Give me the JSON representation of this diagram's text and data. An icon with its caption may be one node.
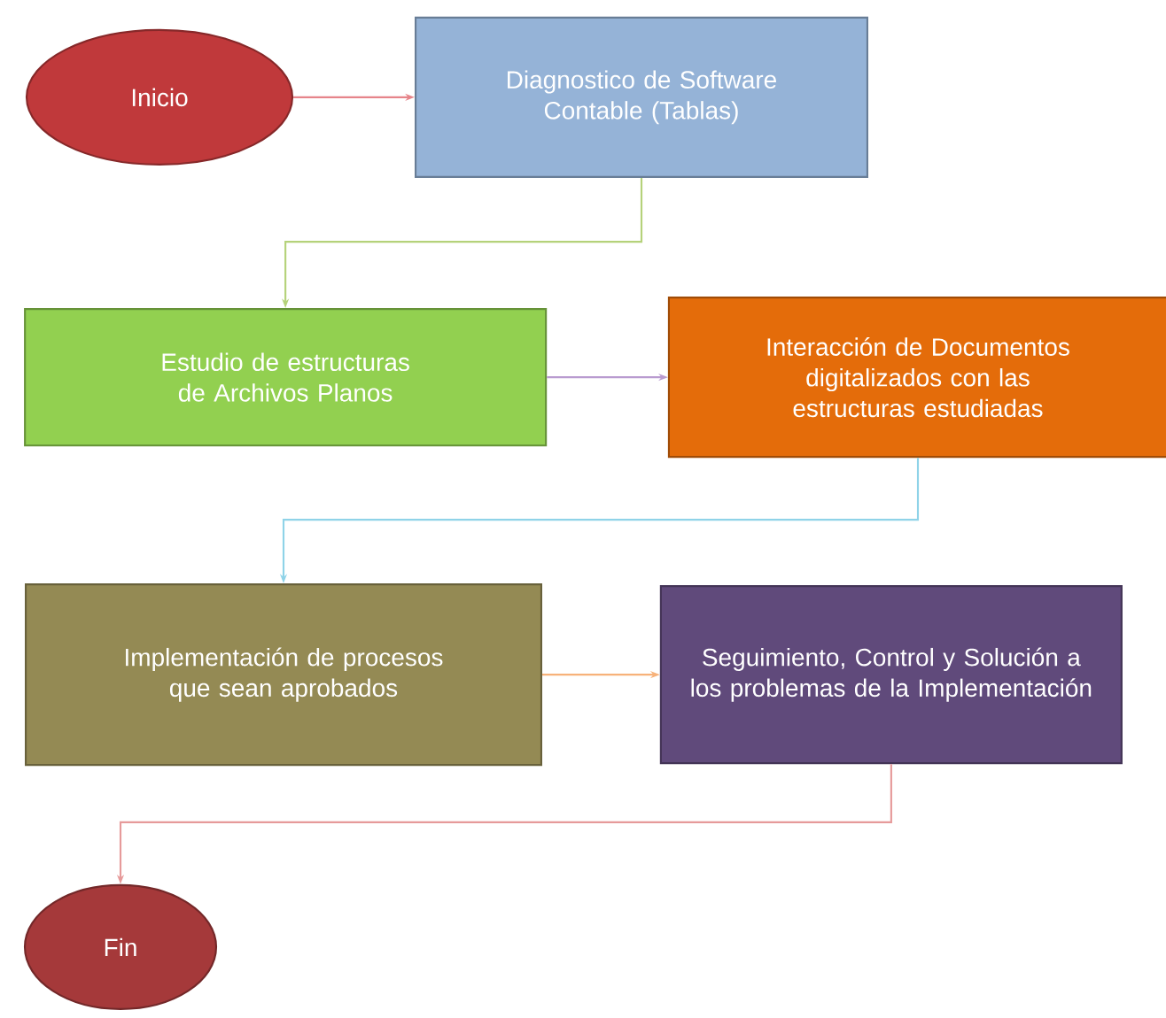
{
  "diagram": {
    "nodes": [
      {
        "text": [
          "Inicio"
        ]
      },
      {
        "text": [
          "Diagnostico de Software Contable (Tablas)"
        ]
      },
      {
        "text": [
          "Estudio de estructuras de Archivos Planos"
        ]
      },
      {
        "text": [
          "Interacción de Documentos digitalizados con las estructuras estudiadas"
        ]
      },
      {
        "text": [
          "Implementación de  procesos que sean aprobados"
        ]
      },
      {
        "text": [
          "Seguimiento, Control y Solución a los problemas de la Implementación"
        ]
      },
      {
        "text": [
          "Fin"
        ]
      }
    ],
    "edges": [
      {
        "from": 0,
        "to": 1,
        "arrow": "to",
        "color": "#e6848a"
      },
      {
        "from": 1,
        "to": 2,
        "arrow": "to",
        "color": "#b5d27a"
      },
      {
        "from": 2,
        "to": 3,
        "arrow": "to",
        "color": "#b99bd0"
      },
      {
        "from": 3,
        "to": 4,
        "arrow": "to",
        "color": "#8fd3e8"
      },
      {
        "from": 4,
        "to": 5,
        "arrow": "to",
        "color": "#f7b27a"
      },
      {
        "from": 5,
        "to": 6,
        "arrow": "to",
        "color": "#e69a9a"
      }
    ]
  }
}
